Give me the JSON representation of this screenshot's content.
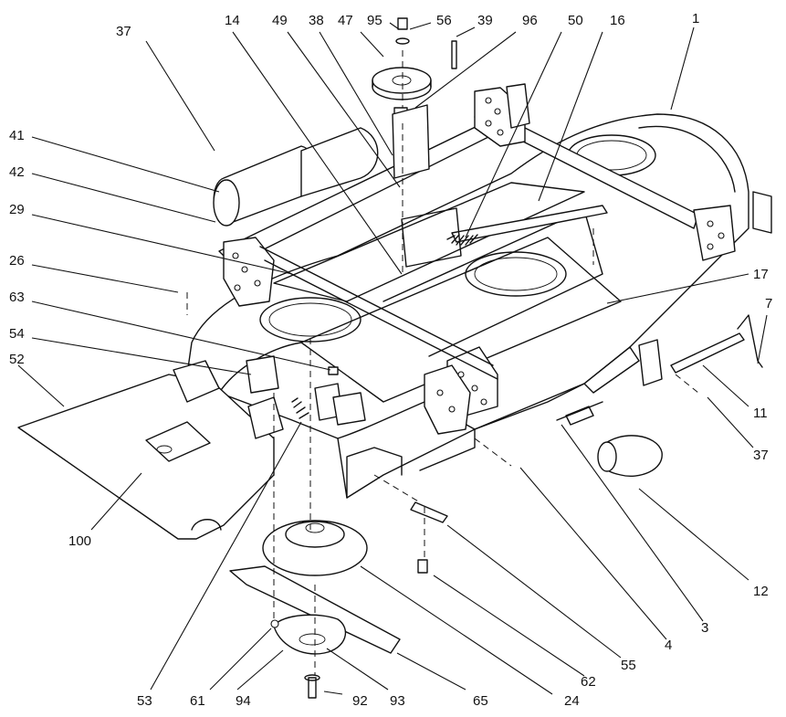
{
  "diagram": {
    "callouts": [
      {
        "id": "c37a",
        "label": "37"
      },
      {
        "id": "c14",
        "label": "14"
      },
      {
        "id": "c49",
        "label": "49"
      },
      {
        "id": "c38",
        "label": "38"
      },
      {
        "id": "c47",
        "label": "47"
      },
      {
        "id": "c95",
        "label": "95"
      },
      {
        "id": "c56",
        "label": "56"
      },
      {
        "id": "c39",
        "label": "39"
      },
      {
        "id": "c96",
        "label": "96"
      },
      {
        "id": "c50",
        "label": "50"
      },
      {
        "id": "c16",
        "label": "16"
      },
      {
        "id": "c1",
        "label": "1"
      },
      {
        "id": "c41",
        "label": "41"
      },
      {
        "id": "c42",
        "label": "42"
      },
      {
        "id": "c29",
        "label": "29"
      },
      {
        "id": "c26",
        "label": "26"
      },
      {
        "id": "c63",
        "label": "63"
      },
      {
        "id": "c17",
        "label": "17"
      },
      {
        "id": "c7",
        "label": "7"
      },
      {
        "id": "c54",
        "label": "54"
      },
      {
        "id": "c52",
        "label": "52"
      },
      {
        "id": "c11",
        "label": "11"
      },
      {
        "id": "c37b",
        "label": "37"
      },
      {
        "id": "c100",
        "label": "100"
      },
      {
        "id": "c12",
        "label": "12"
      },
      {
        "id": "c3",
        "label": "3"
      },
      {
        "id": "c4",
        "label": "4"
      },
      {
        "id": "c55",
        "label": "55"
      },
      {
        "id": "c62",
        "label": "62"
      },
      {
        "id": "c53",
        "label": "53"
      },
      {
        "id": "c61",
        "label": "61"
      },
      {
        "id": "c94",
        "label": "94"
      },
      {
        "id": "c92",
        "label": "92"
      },
      {
        "id": "c93",
        "label": "93"
      },
      {
        "id": "c65",
        "label": "65"
      },
      {
        "id": "c24",
        "label": "24"
      }
    ]
  }
}
